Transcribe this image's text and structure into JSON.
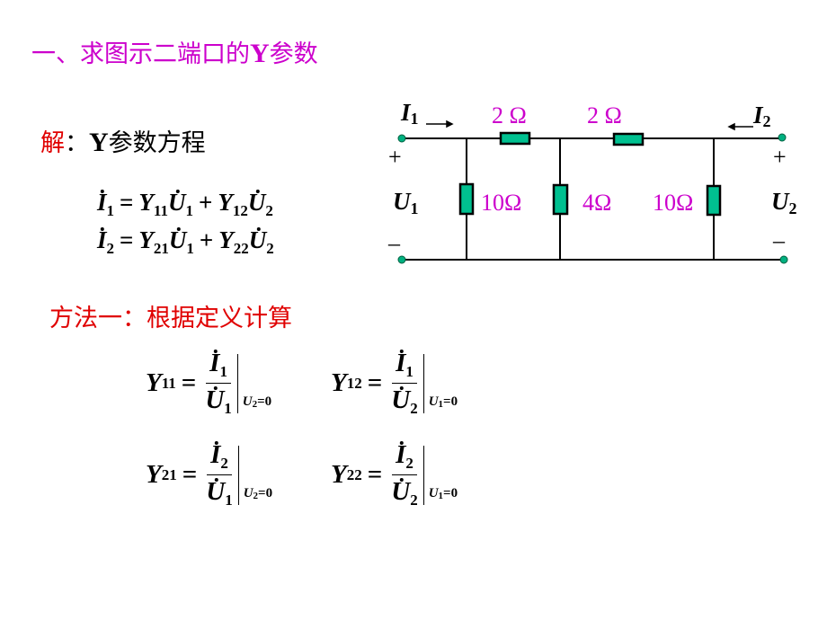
{
  "title": {
    "prefix": "一、求图示二端口的",
    "y": "Y",
    "suffix": "参数"
  },
  "solution": {
    "label": "解",
    "colon": "：",
    "y": "Y",
    "text": "参数方程"
  },
  "equations": [
    {
      "lhs": "I",
      "lhs_sub": "1",
      "eq": "=",
      "t1": "Y",
      "t1_sub": "11",
      "v1": "U",
      "v1_sub": "1",
      "plus": "+",
      "t2": "Y",
      "t2_sub": "12",
      "v2": "U",
      "v2_sub": "2"
    },
    {
      "lhs": "I",
      "lhs_sub": "2",
      "eq": "=",
      "t1": "Y",
      "t1_sub": "21",
      "v1": "U",
      "v1_sub": "1",
      "plus": "+",
      "t2": "Y",
      "t2_sub": "22",
      "v2": "U",
      "v2_sub": "2"
    }
  ],
  "method": "方法一：根据定义计算",
  "definitions": [
    {
      "y": "Y",
      "sub": "11",
      "eq": "=",
      "num": "I",
      "num_sub": "1",
      "den": "U",
      "den_sub": "1",
      "cond_var": "U",
      "cond_sub": "2",
      "cond_val": "=0"
    },
    {
      "y": "Y",
      "sub": "12",
      "eq": "=",
      "num": "I",
      "num_sub": "1",
      "den": "U",
      "den_sub": "2",
      "cond_var": "U",
      "cond_sub": "1",
      "cond_val": "=0"
    },
    {
      "y": "Y",
      "sub": "21",
      "eq": "=",
      "num": "I",
      "num_sub": "2",
      "den": "U",
      "den_sub": "1",
      "cond_var": "U",
      "cond_sub": "2",
      "cond_val": "=0"
    },
    {
      "y": "Y",
      "sub": "22",
      "eq": "=",
      "num": "I",
      "num_sub": "2",
      "den": "U",
      "den_sub": "2",
      "cond_var": "U",
      "cond_sub": "1",
      "cond_val": "=0"
    }
  ],
  "circuit": {
    "i1": "I",
    "i1_sub": "1",
    "i2": "I",
    "i2_sub": "2",
    "u1": "U",
    "u1_sub": "1",
    "u2": "U",
    "u2_sub": "2",
    "plus": "+",
    "minus": "–",
    "r_series_1": "2 Ω",
    "r_series_2": "2 Ω",
    "r_shunt_1": "10Ω",
    "r_shunt_2": "4Ω",
    "r_shunt_3": "10Ω",
    "colors": {
      "resistor": "#00c090",
      "label": "#cc00cc",
      "terminal": "#00b080"
    }
  },
  "colors": {
    "title": "#cc00cc",
    "accent_red": "#e00000"
  }
}
